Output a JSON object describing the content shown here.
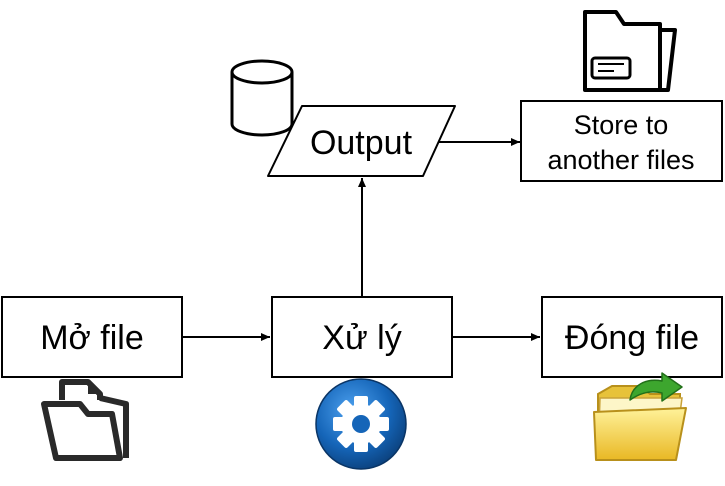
{
  "nodes": {
    "open": {
      "label": "Mở file"
    },
    "process": {
      "label": "Xử lý"
    },
    "close": {
      "label": "Đóng file"
    },
    "output": {
      "label": "Output"
    },
    "store": {
      "line1": "Store to",
      "line2": "another files"
    }
  },
  "icons": {
    "open": "open-folder-icon",
    "process": "gear-icon",
    "close": "folder-export-icon",
    "output": "database-cylinder-icon",
    "store": "file-folder-icon"
  },
  "colors": {
    "stroke": "#000000",
    "gear_blue": "#1565b8",
    "folder_yellow": "#f4d55a",
    "arrow_green": "#3da62e"
  }
}
